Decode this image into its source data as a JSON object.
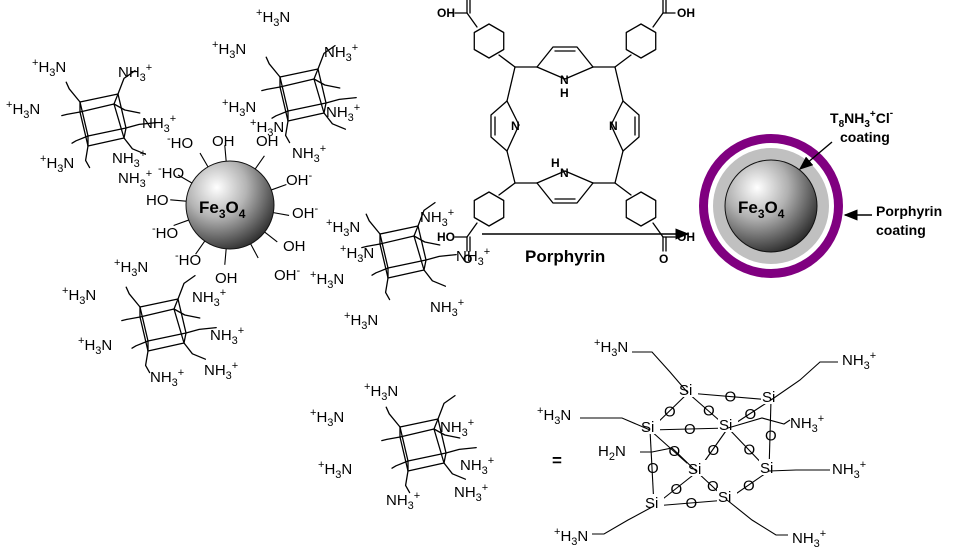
{
  "core": {
    "label": "Fe",
    "sub1": "3",
    "mid": "O",
    "sub2": "4"
  },
  "hydroxyl": {
    "oh": "OH",
    "ho": "HO",
    "minus": "-"
  },
  "amine": {
    "plus": "+",
    "h": "H",
    "three": "3",
    "n": "N",
    "nh": "NH",
    "h2n_h": "H",
    "h2n_2": "2",
    "h2n_n": "N"
  },
  "porphyrin": {
    "cooh_o": "O",
    "cooh_oh": "OH",
    "ho": "HO",
    "n": "N",
    "h": "H"
  },
  "reaction": {
    "reagent": "Porphyrin"
  },
  "product": {
    "inner_coating_t": "T",
    "inner_coating_8": "8",
    "inner_coating_nh": "NH",
    "inner_coating_3": "3",
    "inner_coating_plus": "+",
    "inner_coating_cl": "Cl",
    "inner_coating_minus": "-",
    "inner_coating_word": "coating",
    "outer_coating_line1": "Porphyrin",
    "outer_coating_line2": "coating"
  },
  "equation": {
    "equals": "="
  },
  "silsesquioxane": {
    "si": "Si",
    "o": "O"
  },
  "colors": {
    "porphyrin_ring": "#800080",
    "inner_ring": "#c0c0c0",
    "core_light": "#ffffff",
    "core_dark": "#3a3a3a"
  }
}
